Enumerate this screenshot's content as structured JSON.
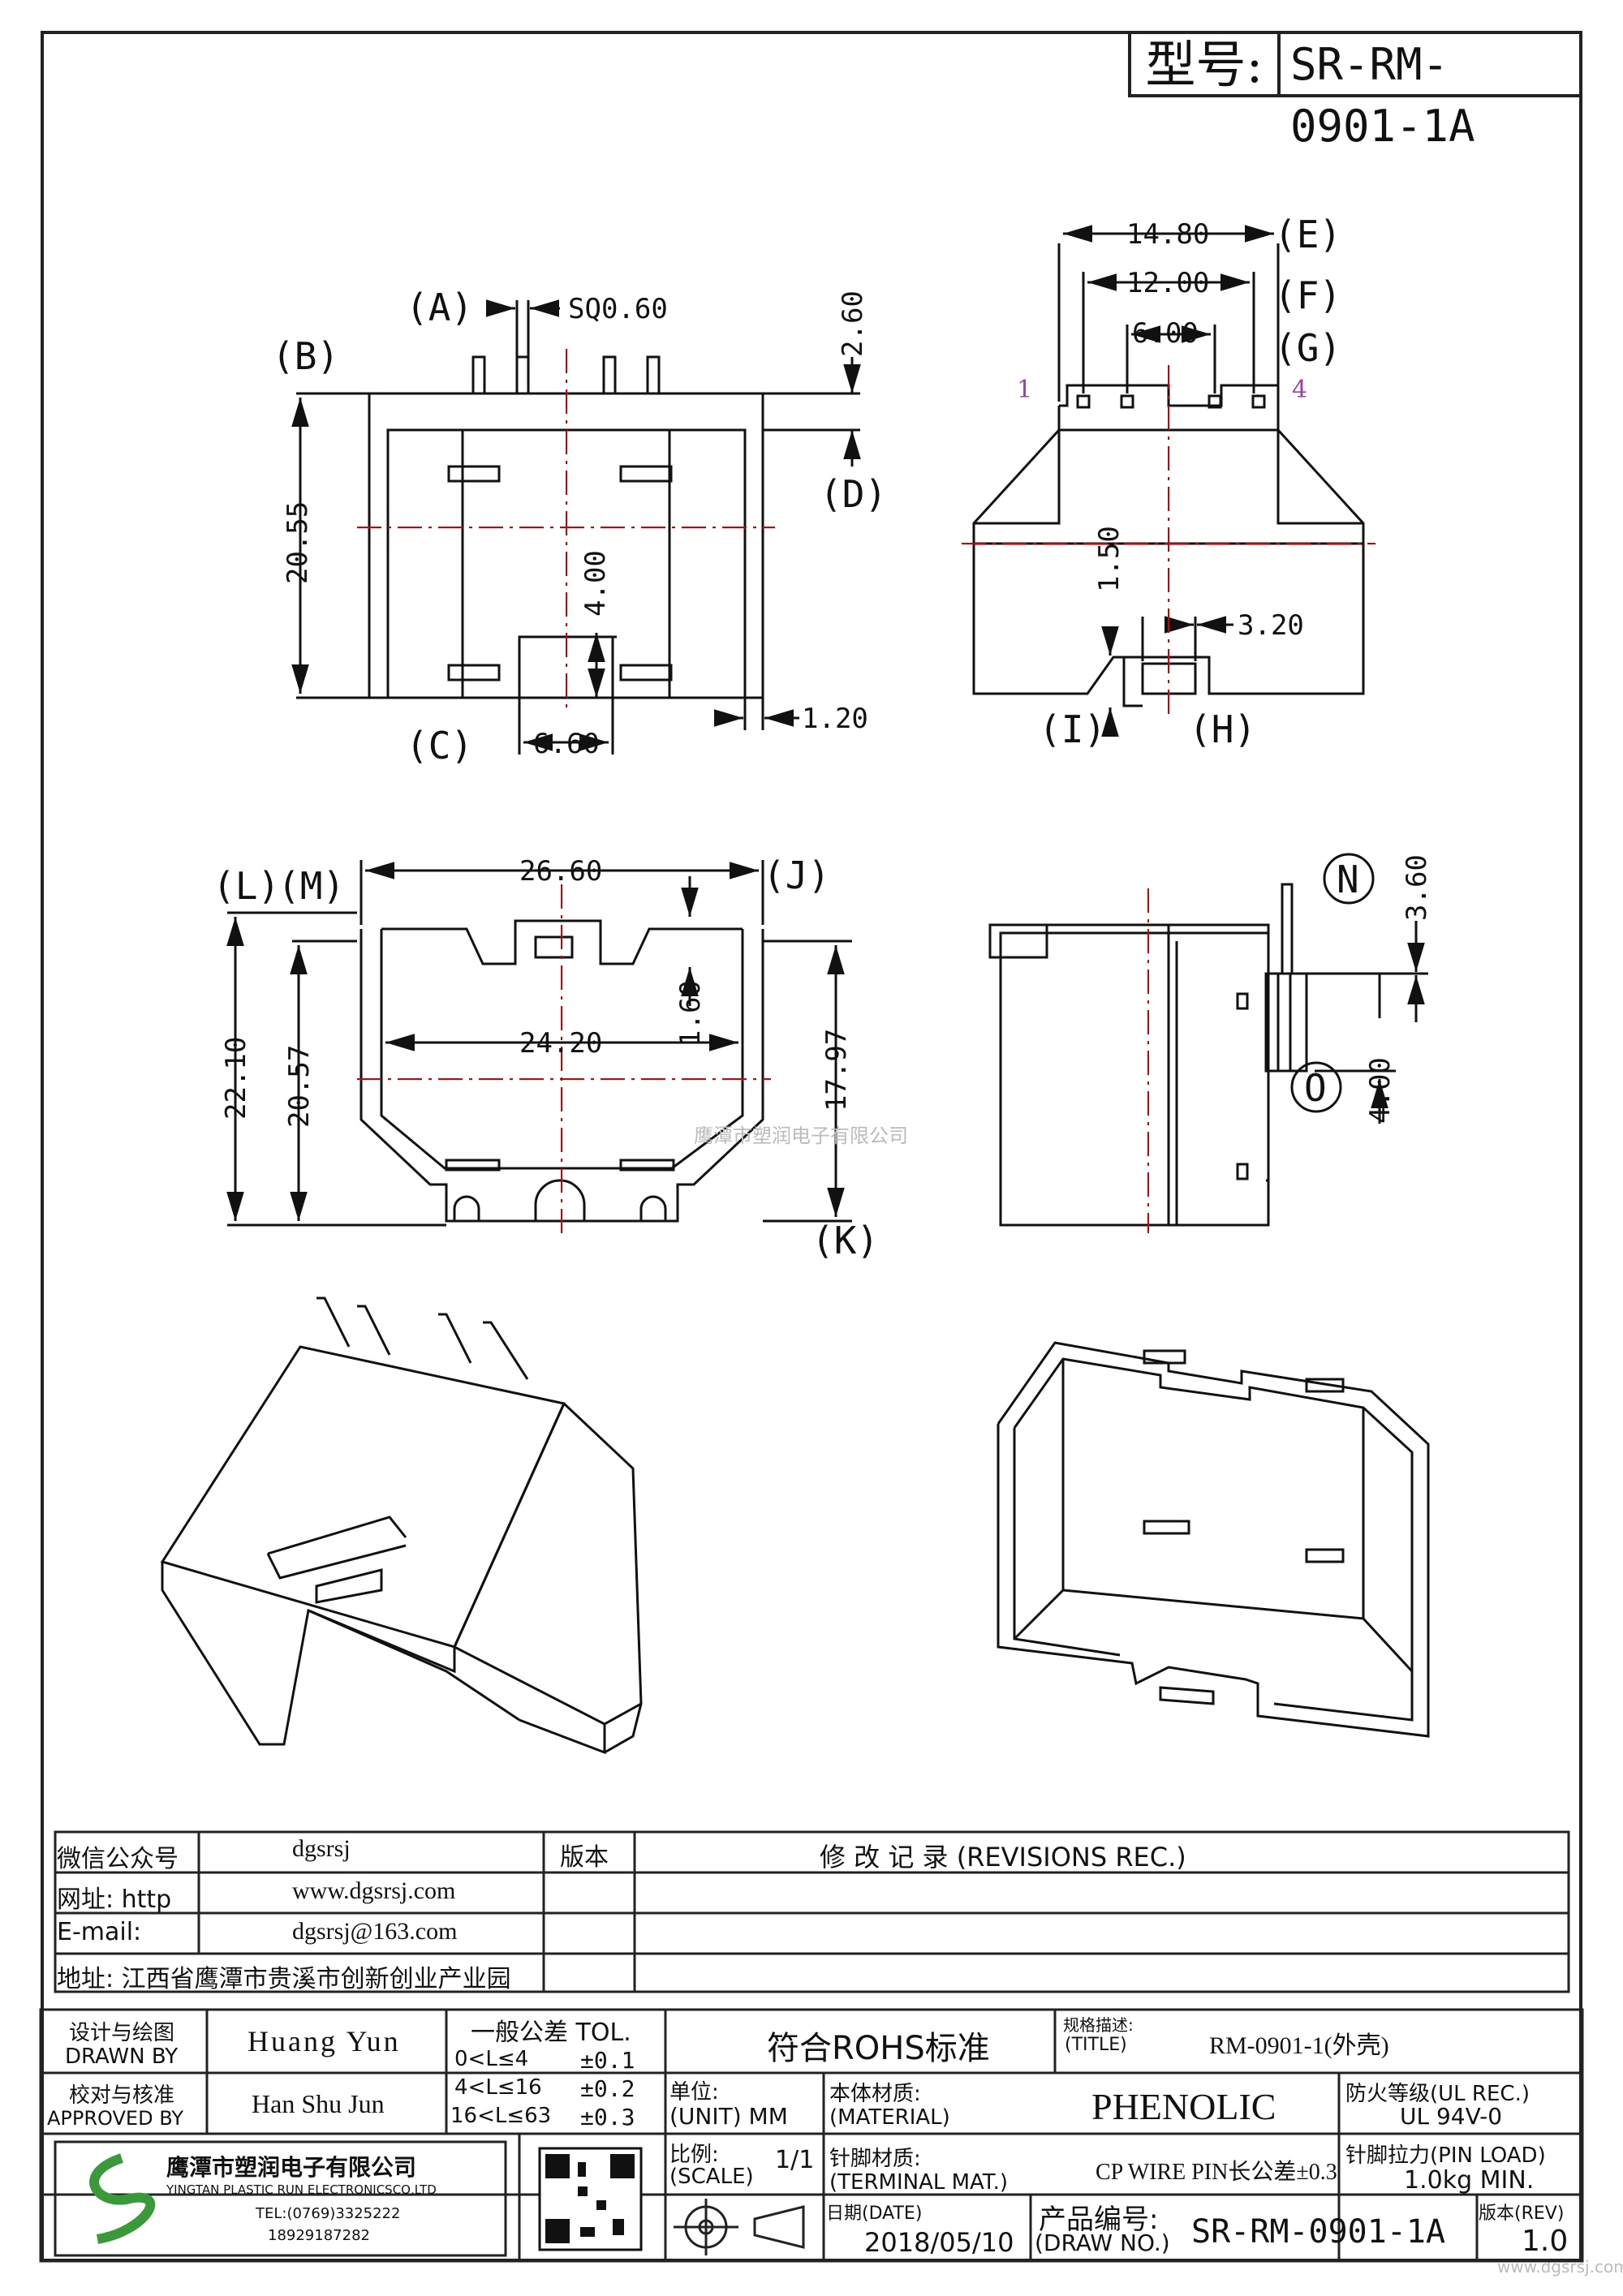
{
  "header": {
    "model_label": "型号:",
    "model_value": "SR-RM-0901-1A"
  },
  "dimensions": {
    "front": {
      "sq": "SQ0.60",
      "h_top": "2.60",
      "h_total": "20.55",
      "slot_h": "4.00",
      "slot_w": "6.60",
      "wall": "1.20"
    },
    "side": {
      "w1": "14.80",
      "w2": "12.00",
      "w3": "6.00",
      "notch_h": "1.50",
      "notch_w": "3.20",
      "pin_first": "1",
      "pin_last": "4"
    },
    "bottom": {
      "w_outer": "26.60",
      "w_inner": "24.20",
      "h1": "22.10",
      "h2": "20.57",
      "h3": "17.97",
      "tab_h": "1.60"
    },
    "right_side": {
      "pin_h": "3.60",
      "pin_len": "4.00"
    }
  },
  "labels": {
    "A": "(A)",
    "B": "(B)",
    "C": "(C)",
    "D": "(D)",
    "E": "(E)",
    "F": "(F)",
    "G": "(G)",
    "H": "(H)",
    "I": "(I)",
    "J": "(J)",
    "K": "(K)",
    "L": "(L)",
    "M": "(M)",
    "N": "N",
    "O": "O"
  },
  "watermark": "鹰潭市塑润电子有限公司",
  "watermark_corner": "www.dgsrsj.com",
  "info_table": {
    "wechat_label": "微信公众号",
    "wechat_value": "dgsrsj",
    "web_label": "网址: http",
    "web_value": "www.dgsrsj.com",
    "email_label": "E-mail:",
    "email_value": "dgsrsj@163.com",
    "addr": "地址: 江西省鹰潭市贵溪市创新创业产业园",
    "rev_label": "版本",
    "rev_title": "修 改 记 录 (REVISIONS REC.)"
  },
  "title_block": {
    "drawn_cn": "设计与绘图",
    "drawn_en": "DRAWN BY",
    "drawn_name": "Huang  Yun",
    "approved_cn": "校对与核准",
    "approved_en": "APPROVED BY",
    "approved_name": "Han Shu Jun",
    "tol_title": "一般公差 TOL.",
    "tol_rows": [
      {
        "range": "0<L≤4",
        "tol": "±0.1"
      },
      {
        "range": "4<L≤16",
        "tol": "±0.2"
      },
      {
        "range": "16<L≤63",
        "tol": "±0.3"
      }
    ],
    "rohs": "符合ROHS标准",
    "spec_cn": "规格描述:",
    "spec_en": "(TITLE)",
    "spec_value": "RM-0901-1(外壳)",
    "unit_cn": "单位:",
    "unit_en": "(UNIT) MM",
    "material_cn": "本体材质:",
    "material_en": "(MATERIAL)",
    "material_value": "PHENOLIC",
    "fire_cn": "防火等级(UL REC.)",
    "fire_value": "UL 94V-0",
    "scale_cn": "比例:",
    "scale_en": "(SCALE)",
    "scale_value": "1/1",
    "terminal_cn": "针脚材质:",
    "terminal_en": "(TERMINAL MAT.)",
    "terminal_value": "CP WIRE  PIN长公差±0.3",
    "pinload_cn": "针脚拉力(PIN LOAD)",
    "pinload_value": "1.0kg MIN.",
    "date_cn": "日期(DATE)",
    "date_value": "2018/05/10",
    "drawno_cn": "产品编号:",
    "drawno_en": "(DRAW NO.)",
    "drawno_value": "SR-RM-0901-1A",
    "rev_cn": "版本(REV)",
    "rev_value": "1.0",
    "company_cn": "鹰潭市塑润电子有限公司",
    "company_en": "YINGTAN PLASTIC RUN ELECTRONICSCO,LTD",
    "tel": "TEL:(0769)3325222",
    "mobile": "18929187282"
  }
}
